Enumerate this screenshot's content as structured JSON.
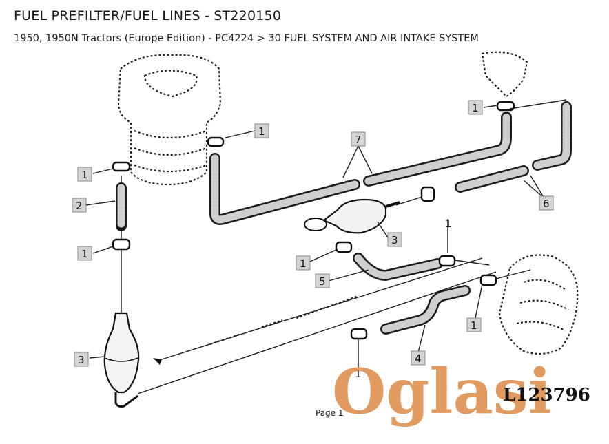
{
  "header": {
    "title": "FUEL PREFILTER/FUEL LINES - ST220150",
    "subtitle": "1950, 1950N Tractors (Europe Edition) - PC4224 > 30 FUEL SYSTEM AND AIR INTAKE SYSTEM"
  },
  "diagram": {
    "callouts": [
      "1",
      "1",
      "1",
      "1",
      "1",
      "1",
      "1",
      "1",
      "2",
      "3",
      "3",
      "4",
      "5",
      "6",
      "7"
    ],
    "drawing_code": "L123796"
  },
  "watermark": {
    "text": "Oglasi",
    "color": "#d9823a"
  },
  "footer": {
    "page_label": "Page 1"
  }
}
